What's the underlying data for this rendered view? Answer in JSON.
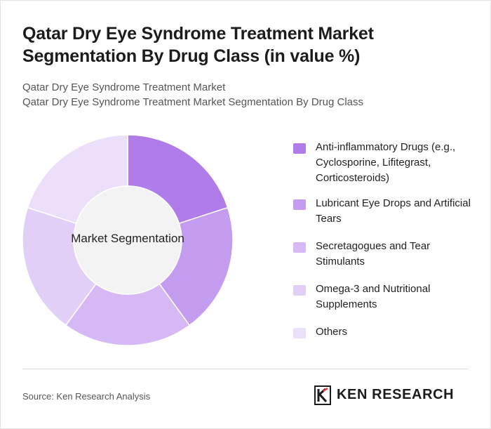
{
  "title": "Qatar Dry Eye Syndrome Treatment Market Segmentation By Drug Class (in value %)",
  "subtitle_line1": "Qatar Dry Eye Syndrome Treatment Market",
  "subtitle_line2": "Qatar Dry Eye Syndrome Treatment Market Segmentation By Drug Class",
  "chart_data": {
    "type": "pie",
    "variant": "donut",
    "center_label": "Market Segmentation",
    "categories": [
      "Anti-inflammatory Drugs (e.g., Cyclosporine, Lifitegrast, Corticosteroids)",
      "Lubricant Eye Drops and Artificial Tears",
      "Secretagogues and Tear Stimulants",
      "Omega-3 and Nutritional Supplements",
      "Others"
    ],
    "values": [
      20,
      20,
      20,
      20,
      20
    ],
    "colors": [
      "#b07cea",
      "#c49cef",
      "#d6b9f4",
      "#e2cff7",
      "#ecdffa"
    ],
    "legend_position": "right"
  },
  "footer": {
    "source": "Source: Ken Research Analysis",
    "logo_text": "KEN RESEARCH"
  }
}
